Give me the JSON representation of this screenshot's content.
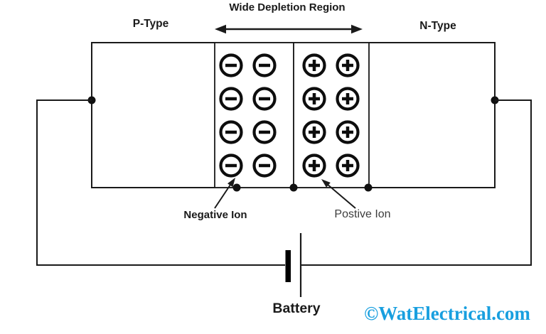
{
  "diagram": {
    "title": "Wide Depletion Region",
    "regions": {
      "p_type": "P-Type",
      "n_type": "N-Type"
    },
    "annotations": {
      "negative_ion": "Negative Ion",
      "positive_ion": "Postive Ion"
    },
    "battery_label": "Battery",
    "watermark": "©WatElectrical.com",
    "ions": {
      "negative": {
        "symbol": "−",
        "rows": 4,
        "cols": 2
      },
      "positive": {
        "symbol": "+",
        "rows": 4,
        "cols": 2
      }
    },
    "colors": {
      "line": "#1a1a1a",
      "text": "#1a1a1a",
      "positive_ion_label": "#3d3d3d",
      "watermark": "#189fdf",
      "background": "#ffffff"
    }
  }
}
